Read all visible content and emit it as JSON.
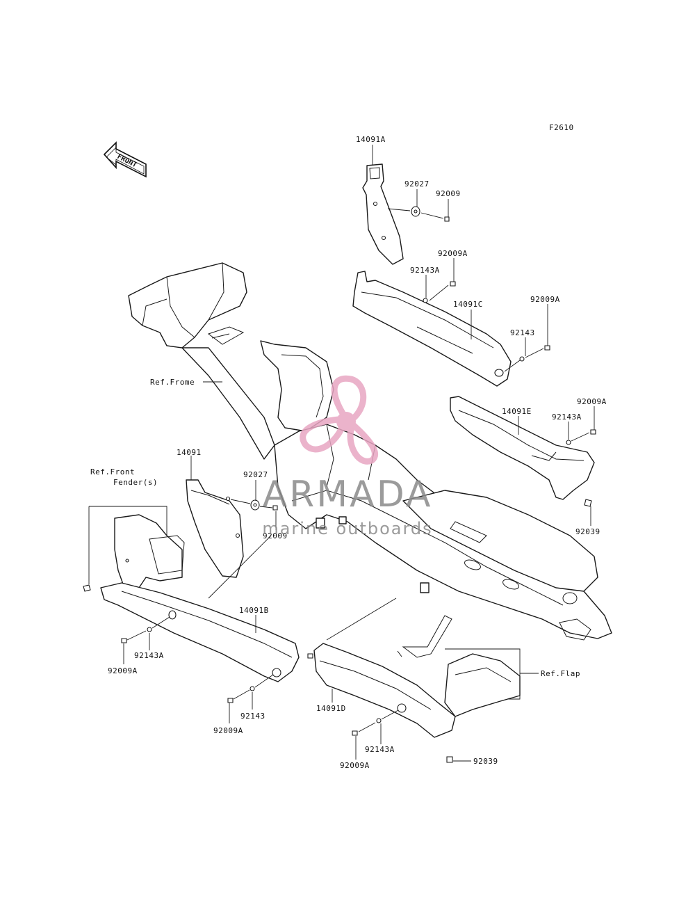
{
  "diagram_code": "F2610",
  "front_arrow": {
    "text": "FRONT"
  },
  "labels": {
    "p14091A": "14091A",
    "p92027_top": "92027",
    "p92009_top": "92009",
    "p92009A_1": "92009A",
    "p92143A_1": "92143A",
    "p14091C": "14091C",
    "p92009A_2": "92009A",
    "p92143_1": "92143",
    "p92009A_3": "92009A",
    "p14091E": "14091E",
    "p92143A_2": "92143A",
    "p92039_1": "92039",
    "ref_frame": "Ref.Frome",
    "p14091": "14091",
    "p92027_mid": "92027",
    "p92009_mid": "92009",
    "ref_front_fender_1": "Ref.Front",
    "ref_front_fender_2": "Fender(s)",
    "p14091B": "14091B",
    "p92143A_3": "92143A",
    "p92009A_4": "92009A",
    "p92143_2": "92143",
    "p92009A_5": "92009A",
    "p14091D": "14091D",
    "ref_flap": "Ref.Flap",
    "p92143A_4": "92143A",
    "p92009A_6": "92009A",
    "p92039_2": "92039"
  },
  "watermark": {
    "brand": "ARMADA",
    "tagline": "marine outboards",
    "logo_color": "#e8a6c3",
    "text_color": "#8a8a8a"
  }
}
